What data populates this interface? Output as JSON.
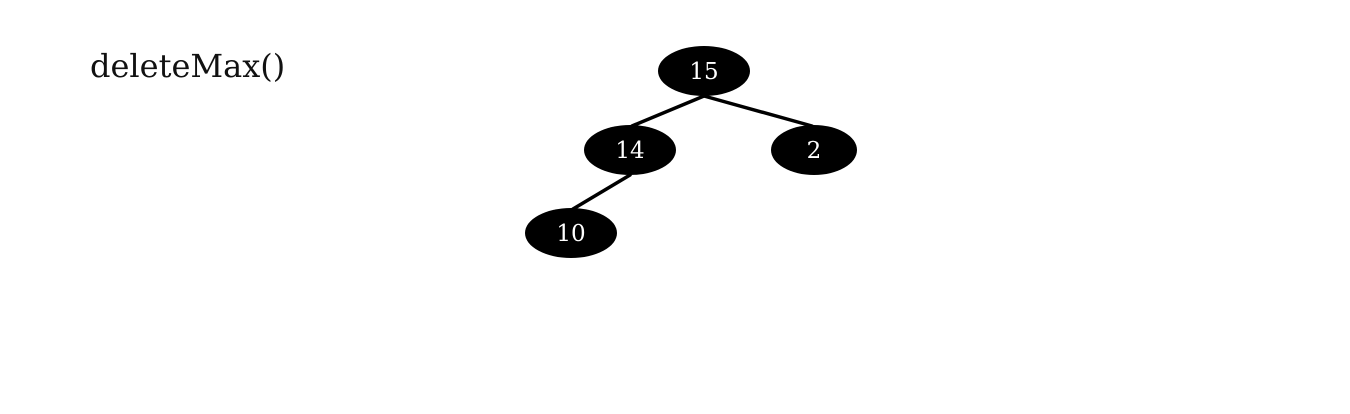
{
  "operation": {
    "label": "deleteMax()"
  },
  "tree": {
    "node_color": "#000000",
    "text_color": "#ffffff",
    "edge_color": "#000000",
    "nodes": [
      {
        "id": "n15",
        "value": "15"
      },
      {
        "id": "n14",
        "value": "14"
      },
      {
        "id": "n2",
        "value": "2"
      },
      {
        "id": "n10",
        "value": "10"
      }
    ],
    "edges": [
      {
        "from": "n15",
        "to": "n14"
      },
      {
        "from": "n15",
        "to": "n2"
      },
      {
        "from": "n14",
        "to": "n10"
      }
    ]
  }
}
